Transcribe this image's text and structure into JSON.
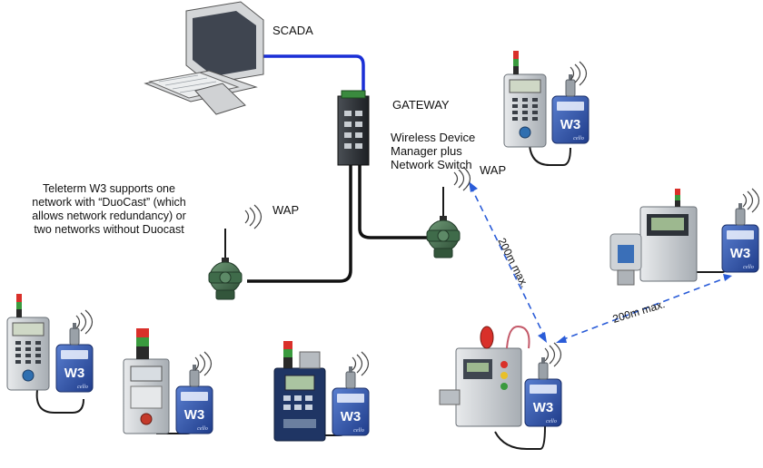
{
  "labels": {
    "scada": "SCADA",
    "gateway": "GATEWAY",
    "wdm_line1": "Wireless Device",
    "wdm_line2": "Manager plus",
    "wdm_line3": "Network Switch",
    "wap_right": "WAP",
    "wap_left": "WAP",
    "distance_1": "200m max.",
    "distance_2": "200m max."
  },
  "note": {
    "line1": "Teleterm W3 supports one",
    "line2": "network with “DuoCast” (which",
    "line3": "allows network redundancy) or",
    "line4": "two networks without Duocast"
  },
  "device_badge": "W3",
  "device_sub": "cello",
  "colors": {
    "ethernet_blue": "#1a2fd6",
    "cable_black": "#111111",
    "dashed_link": "#2a5cd8",
    "device_blue": "#2c4fa3",
    "wap_green": "#3f6b4a"
  }
}
